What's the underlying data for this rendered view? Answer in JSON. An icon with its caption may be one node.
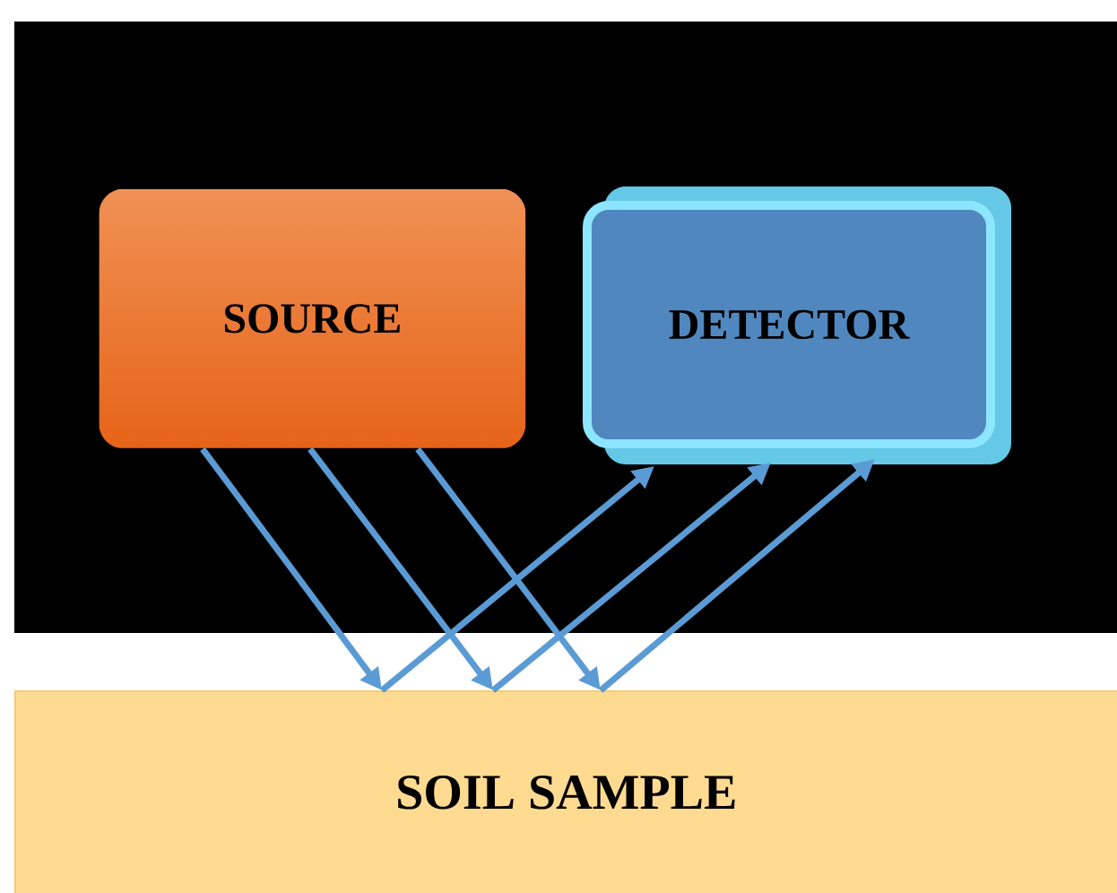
{
  "diagram": {
    "nodes": [
      {
        "text": [
          "SOURCE"
        ]
      },
      {
        "text": [
          "DETECTOR"
        ]
      },
      {
        "text": [
          "SOIL SAMPLE"
        ]
      }
    ],
    "edges": [
      {
        "from": 0,
        "to": 2,
        "arrow": "to"
      },
      {
        "from": 0,
        "to": 2,
        "arrow": "to"
      },
      {
        "from": 0,
        "to": 2,
        "arrow": "to"
      },
      {
        "from": 2,
        "to": 1,
        "arrow": "to"
      },
      {
        "from": 2,
        "to": 1,
        "arrow": "to"
      },
      {
        "from": 2,
        "to": 1,
        "arrow": "to"
      }
    ]
  }
}
